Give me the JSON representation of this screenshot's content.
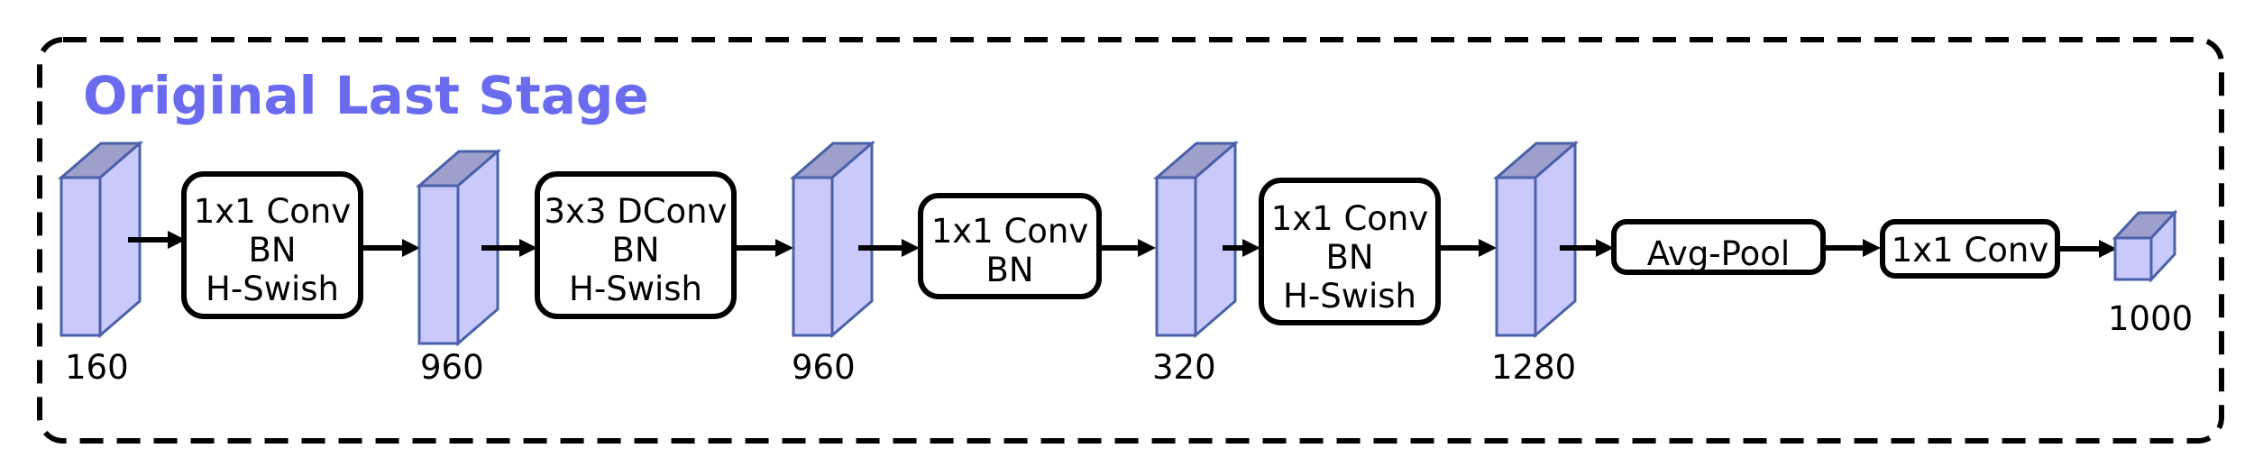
{
  "title": "Original Last Stage",
  "tensors": [
    {
      "label": "160"
    },
    {
      "label": "960"
    },
    {
      "label": "960"
    },
    {
      "label": "320"
    },
    {
      "label": "1280"
    },
    {
      "label": "1000"
    }
  ],
  "blocks": [
    {
      "lines": [
        "1x1 Conv",
        "BN",
        "H-Swish"
      ]
    },
    {
      "lines": [
        "3x3 DConv",
        "BN",
        "H-Swish"
      ]
    },
    {
      "lines": [
        "1x1 Conv",
        "BN"
      ]
    },
    {
      "lines": [
        "1x1 Conv",
        "BN",
        "H-Swish"
      ]
    },
    {
      "lines": [
        "Avg-Pool"
      ]
    },
    {
      "lines": [
        "1x1 Conv"
      ]
    }
  ],
  "colors": {
    "title": "#6b6bf0",
    "cube_front": "#c9cafb",
    "cube_top": "#9ea0cc",
    "cube_edge": "#4a60a8"
  }
}
